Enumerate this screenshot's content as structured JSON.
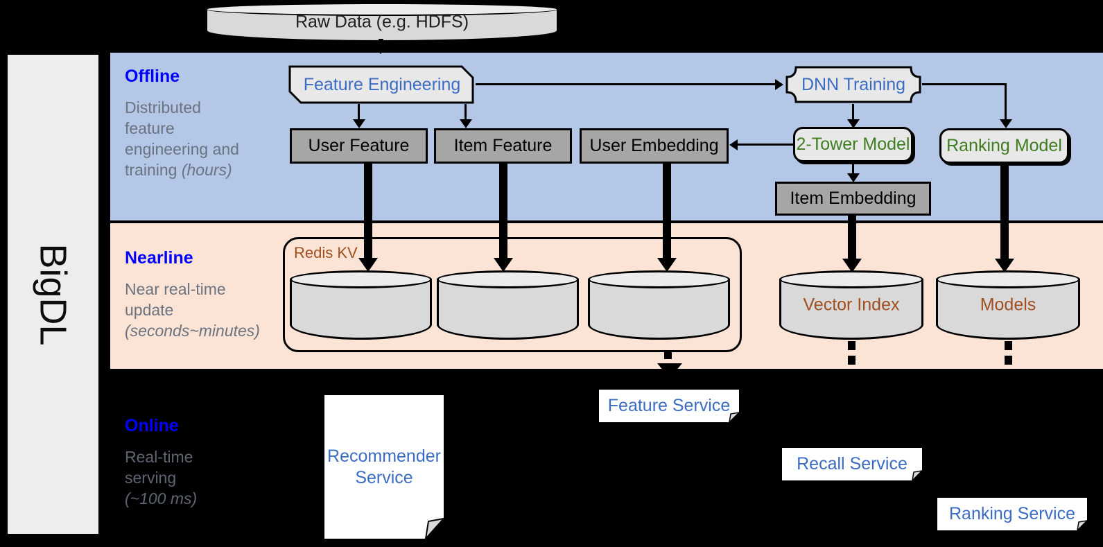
{
  "framework": {
    "name": "BigDL"
  },
  "source": {
    "label": "Raw Data (e.g. HDFS)"
  },
  "sections": [
    {
      "id": "offline",
      "title": "Offline",
      "description_line1": "Distributed",
      "description_line2": "feature",
      "description_line3": "engineering and",
      "description_line4": "training ",
      "description_emphasis": "(hours)",
      "background": "#b4c7e7"
    },
    {
      "id": "nearline",
      "title": "Nearline",
      "description_line1": "Near real-time",
      "description_line2": "update",
      "description_emphasis": "(seconds~minutes)",
      "background": "#fbe4d5"
    },
    {
      "id": "online",
      "title": "Online",
      "description_line1": "Real-time",
      "description_line2": "serving",
      "description_emphasis": "(~100 ms)",
      "background": "#000000"
    }
  ],
  "offline_nodes": {
    "feature_engineering": "Feature Engineering",
    "dnn_training": "DNN Training",
    "user_feature": "User Feature",
    "item_feature": "Item Feature",
    "user_embedding": "User Embedding",
    "two_tower_model": "2-Tower Model",
    "ranking_model": "Ranking Model",
    "item_embedding": "Item Embedding"
  },
  "nearline_nodes": {
    "redis_kv": "Redis KV",
    "store_user_feature": "",
    "store_item_feature": "",
    "store_user_embedding": "",
    "vector_index": "Vector Index",
    "models": "Models"
  },
  "online_nodes": {
    "recommender_service": "Recommender\nService",
    "recommender_service_line1": "Recommender",
    "recommender_service_line2": "Service",
    "feature_service": "Feature Service",
    "recall_service": "Recall Service",
    "ranking_service": "Ranking Service"
  },
  "colors": {
    "offline_band": "#b4c7e7",
    "nearline_band": "#fbe4d5",
    "online_band": "#000000",
    "section_title": "#0000ff",
    "section_desc": "#6b7280",
    "blue_node_text": "#3b6cc4",
    "green_node_text": "#3f7d20",
    "brown_node_text": "#a04e1e",
    "gray_box_fill": "#a6a6a6",
    "light_box_fill": "#e8e8e8",
    "cylinder_fill": "#d9d9d9",
    "sidebar_fill": "#ededed"
  }
}
